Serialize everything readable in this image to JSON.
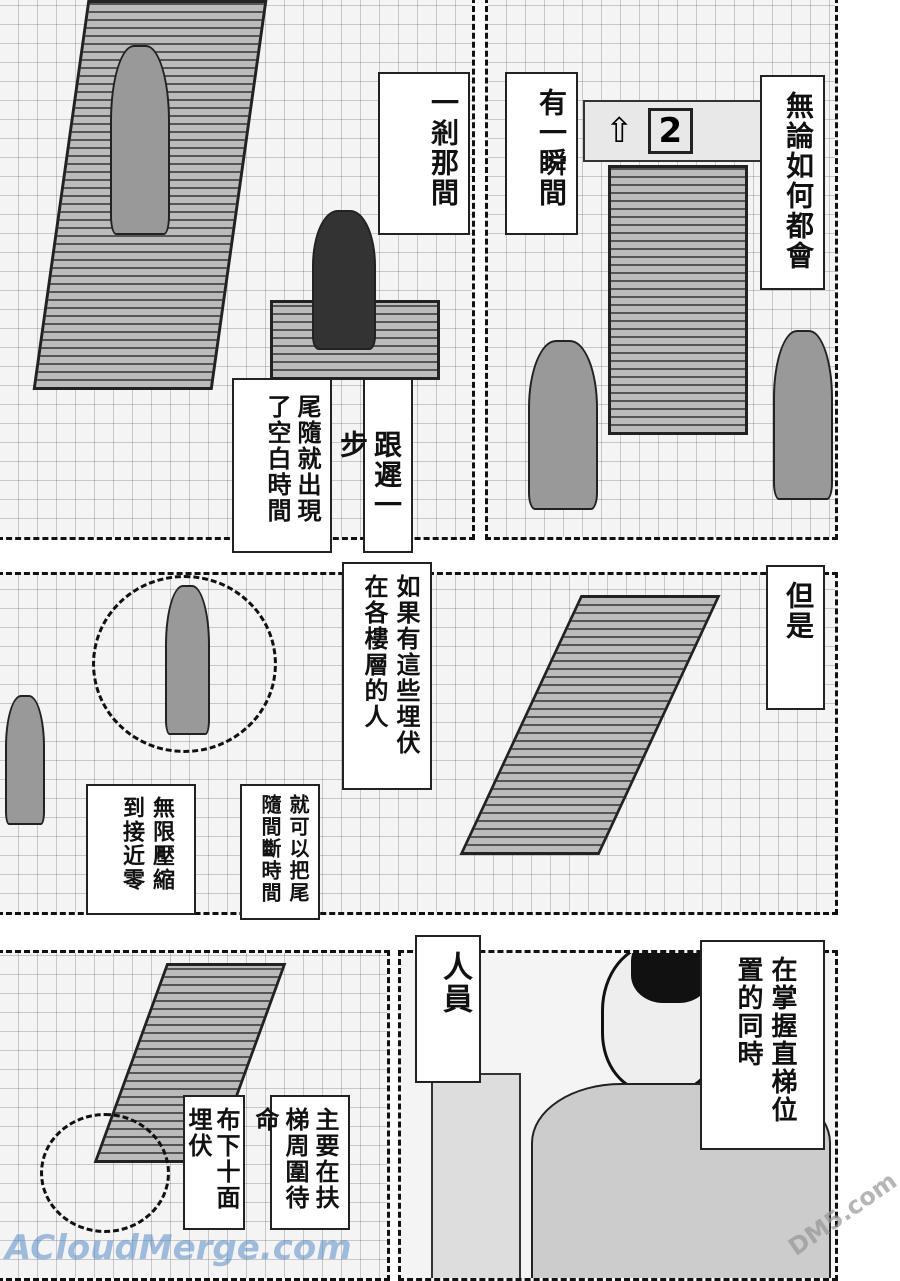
{
  "captions": {
    "c1": "一剎那間",
    "c2": "有一瞬間",
    "c3": "無論如何都會",
    "c4": "尾隨就出現了空白時間",
    "c5": "跟遲一步",
    "c6": "如果有這些埋伏在各樓層的人",
    "c7": "但是",
    "c8": "無限壓縮到接近零",
    "c9": "就可以把尾隨間斷時間",
    "c10": "人員",
    "c11": "在掌握直梯位置的同時",
    "c12": "主要在扶梯周圍待命",
    "c13": "布下十面埋伏"
  },
  "sign": {
    "floor": "2"
  },
  "watermarks": {
    "left": "ACloudMerge.com",
    "right": "DM5.com"
  }
}
